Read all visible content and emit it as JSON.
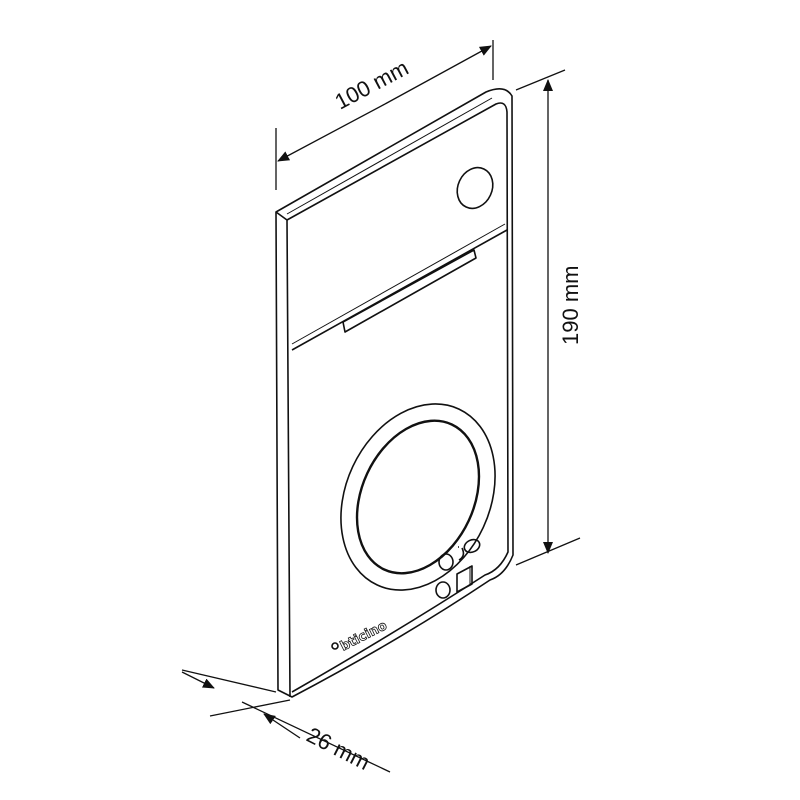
{
  "dimensions": {
    "width_label": "100 mm",
    "height_label": "190 mm",
    "depth_label": "26 mm"
  },
  "device": {
    "brand_logo": "bticino",
    "buttons": [
      {
        "icon": "speech-call-icon"
      },
      {
        "icon": "door-lock-icon"
      }
    ]
  },
  "colors": {
    "line": "#111111",
    "background": "#ffffff"
  }
}
